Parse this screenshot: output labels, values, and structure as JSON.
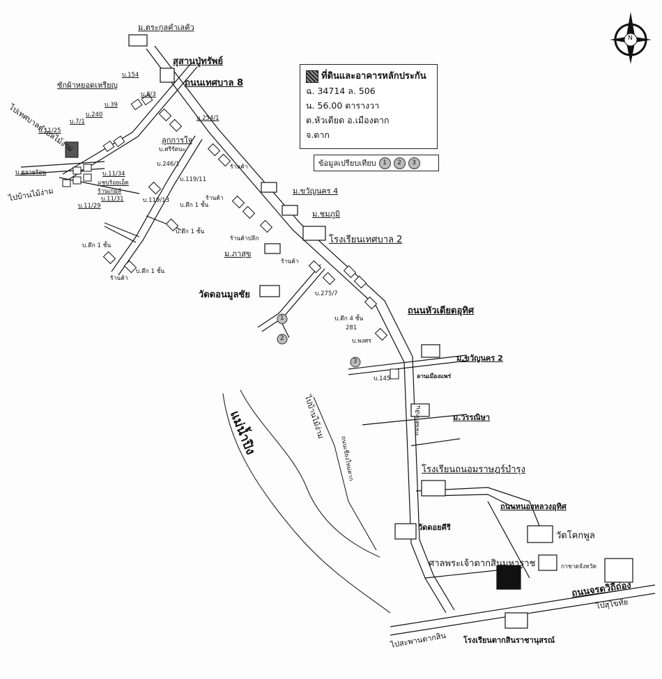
{
  "legend": {
    "title": "ที่ดินและอาคารหลักประกัน",
    "deed": "ฉ. 34714  ล. 506",
    "area": "น. 56.00 ตารางวา",
    "location": "ต.หัวเดียด อ.เมืองตาก",
    "province": "จ.ตาก",
    "compare_label": "ข้อมูลเปรียบเทียบ",
    "compare_points": [
      "1",
      "2",
      "3"
    ]
  },
  "compass": {
    "letter": "N"
  },
  "river": {
    "name": "แม่น้ำปิง"
  },
  "roads": {
    "thetsaban8": "ถนนเทศบาล 8",
    "huadiat": "ถนนหัวเดียดอุทิศ",
    "nonglaung": "ถนนหนองหลวงอุทิศ",
    "charodwithi": "ถนนจรดวิถีถ่อง",
    "to_sukhothai": "ไปสุโขทัย",
    "to_saphan": "ไปสะพานตากสิน",
    "to_banmairam_rot": "ไปบ้านไม้ง่าม",
    "to_lat_mairam": "ไปเทศบาลตำบลไม้ง่าม",
    "to_banmairam_left": "ไปบ้านไม้ง่าม",
    "rotated_road_1": "ถนนเชียงใหม่ตาก",
    "rotated_road_2": "ถนนตากสิน"
  },
  "places": {
    "m_trakul": "ม.ตระกูลคำเลคัว",
    "cemetery": "สุสานปู่ทรัพย์",
    "chak": "ซักผ้าหยอดเหรียญ",
    "m_kwan4": "ม.ขวัญนคร 4",
    "m_chom": "ม.ชมภูมิ",
    "school2": "โรงเรียนเทศบาล 2",
    "m_phasuk": "ม.ภาสุข",
    "wat_don": "วัดดอนมูลชัย",
    "m_kwan2": "ม.ขวัญนคร 2",
    "lan_muang": "ลานเมืองแพร่",
    "m_wannipa": "ม.วรรณิษา",
    "school_thanon": "โรงเรียนถนอมราษฎร์บำรุง",
    "wat_doi": "วัดดอยคีรี",
    "wat_kok": "วัดโคกพูล",
    "shrine": "ศาลพระเจ้าตากสินมหาราช",
    "provincial": "กาชาดจังหวัด",
    "school_taksin": "โรงเรียนตากสินราชานุสรณ์"
  },
  "small": {
    "b154": "บ.154",
    "b8_3": "บ.8/3",
    "b39": "บ.39",
    "b240": "บ.240",
    "b7_1": "บ.7/1",
    "b11_25": "บ.11/25",
    "b254_1": "บ.254/1",
    "kankarn": "ลูกการใจ",
    "srirat": "บ.ศรีรัตนะ",
    "b246_1": "บ.246/1",
    "b119_11": "บ.119/11",
    "shop1": "ร้านค้า",
    "shop2": "ร้านค้า",
    "klayraun": "บ.คลายร้อน",
    "b11_34": "บ.11/34",
    "shop_game": "ร้านเกมส์",
    "saeb": "แซบร้อยเอ็ด",
    "b11_31": "บ.11/31",
    "b11_29": "บ.11/29",
    "b119_13": "บ.119/13",
    "tuk1": "บ.ตึก 1 ชั้น",
    "tuk2": "บ.ตึก 1 ชั้น",
    "tuk3": "บ.ตึก 1 ชั้น",
    "tuk4": "บ.ตึก 1 ชั้น",
    "shop3": "ร้านค้า",
    "shop_pb": "ร้านค้าปลีก",
    "shop4": "ร้านค้า",
    "b275_7": "บ.275/7",
    "tuk4floor": "บ.ตึก 4 ชั้น",
    "n281": "281",
    "phongsorn": "บ.พงศร",
    "b145": "บ.145"
  },
  "stamp": {
    "text": ""
  }
}
